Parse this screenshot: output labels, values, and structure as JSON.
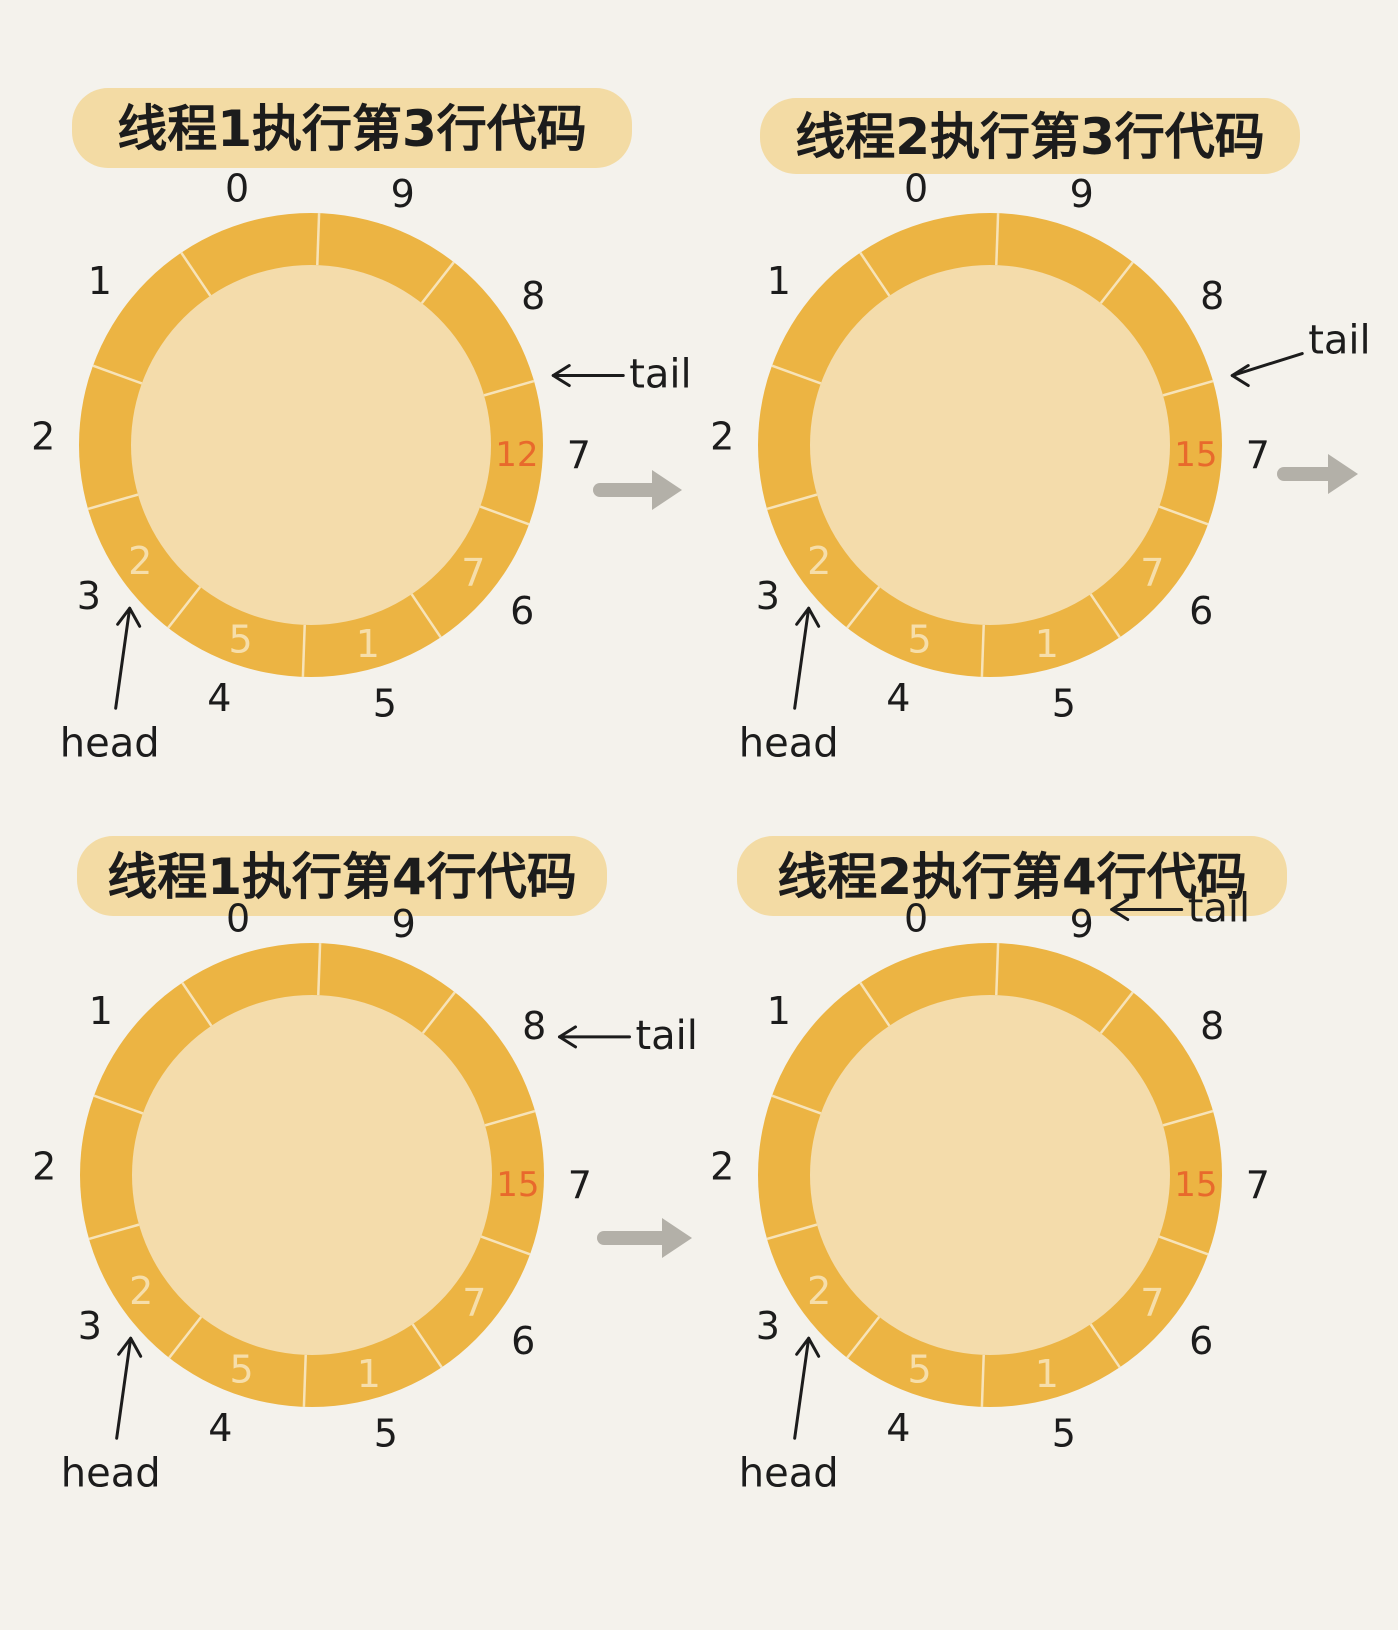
{
  "panels": [
    {
      "title": "线程1执行第3行代码",
      "slots": [
        "",
        "",
        "",
        "2",
        "5",
        "1",
        "7",
        "12",
        "",
        ""
      ],
      "highlight_slot": 7,
      "head_label": "head",
      "head_index": 3,
      "tail_label": "tail",
      "tail_index": 7
    },
    {
      "title": "线程2执行第3行代码",
      "slots": [
        "",
        "",
        "",
        "2",
        "5",
        "1",
        "7",
        "15",
        "",
        ""
      ],
      "highlight_slot": 7,
      "head_label": "head",
      "head_index": 3,
      "tail_label": "tail",
      "tail_index": 7
    },
    {
      "title": "线程1执行第4行代码",
      "slots": [
        "",
        "",
        "",
        "2",
        "5",
        "1",
        "7",
        "15",
        "",
        ""
      ],
      "highlight_slot": 7,
      "head_label": "head",
      "head_index": 3,
      "tail_label": "tail",
      "tail_index": 8
    },
    {
      "title": "线程2执行第4行代码",
      "slots": [
        "",
        "",
        "",
        "2",
        "5",
        "1",
        "7",
        "15",
        "",
        ""
      ],
      "highlight_slot": 7,
      "head_label": "head",
      "head_index": 3,
      "tail_label": "tail",
      "tail_index": 9
    }
  ],
  "indices": [
    "0",
    "1",
    "2",
    "3",
    "4",
    "5",
    "6",
    "7",
    "8",
    "9"
  ],
  "colors": {
    "background": "#f4f2ec",
    "ring": "#ecb443",
    "inner": "#f4dcab",
    "banner": "#f3dba4",
    "divider": "#f7e3b8",
    "value_text": "#f6deaa",
    "highlight_text": "#e8692c",
    "ink": "#1c1c1c",
    "flow_arrow": "#b3b0a8"
  }
}
